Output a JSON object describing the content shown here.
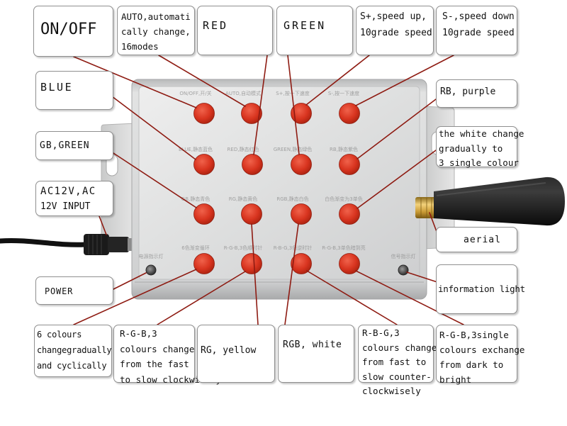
{
  "callouts": {
    "on_off": {
      "lines": [
        "ON/OFF"
      ]
    },
    "auto": {
      "lines": [
        "AUTO,automati",
        "cally change,",
        "16modes"
      ]
    },
    "red": {
      "lines": [
        "RED"
      ]
    },
    "green": {
      "lines": [
        "GREEN"
      ]
    },
    "speed_up": {
      "lines": [
        "S+,speed up,",
        "10grade speed"
      ]
    },
    "speed_down": {
      "lines": [
        "S-,speed down",
        "10grade speed"
      ]
    },
    "blue": {
      "lines": [
        "BLUE"
      ]
    },
    "gb_green": {
      "lines": [
        "GB,GREEN"
      ]
    },
    "ac_input": {
      "lines": [
        "AC12V,AC",
        "12V INPUT"
      ]
    },
    "power": {
      "lines": [
        "POWER"
      ]
    },
    "rb_purple": {
      "lines": [
        "RB, purple"
      ]
    },
    "white_change": {
      "lines": [
        "the white change",
        "gradually to",
        "3 single colour"
      ]
    },
    "aerial": {
      "lines": [
        "aerial"
      ]
    },
    "information_light": {
      "lines": [
        "information light"
      ]
    },
    "six_colours": {
      "lines": [
        "6 colours",
        "changegradually",
        "and cyclically"
      ]
    },
    "rgb_clockwise": {
      "lines": [
        "R-G-B,3",
        "colours change",
        "from the fast",
        "to slow clockwisely"
      ]
    },
    "rg_yellow": {
      "lines": [
        "RG, yellow"
      ]
    },
    "rgb_white": {
      "lines": [
        "RGB, white"
      ]
    },
    "rbg_counter_clockwise": {
      "lines": [
        "R-B-G,3",
        "colours change",
        "from fast to",
        "slow counter-",
        "clockwisely"
      ]
    },
    "rgb_dark_to_bright": {
      "lines": [
        "R-G-B,3single",
        "colours exchange",
        "from dark to",
        "bright"
      ]
    }
  },
  "device_legends": {
    "row1": [
      "ON/OFF,开/关",
      "AUTO,自动模式",
      "S+,按一下速度",
      "S-,按一下速度"
    ],
    "row2": [
      "BLUE,静态蓝色",
      "RED,静态红色",
      "GREEN,静态绿色",
      "RB,静态紫色"
    ],
    "row3": [
      "GB,静态青色",
      "RG,静态黄色",
      "RGB,静态白色",
      "白色渐变为3单色"
    ],
    "row4": [
      "6色渐变循环",
      "R-G-B,3色顺时针",
      "R-B-G,3色逆时针",
      "R-G-B,3单色暗到亮"
    ],
    "power_led": "电源指示灯",
    "signal_led": "信号指示灯"
  },
  "colors": {
    "callout_line": "#8e1b12",
    "button_red": "#d8341f",
    "box_border": "#8f8f8f",
    "antenna_connector": "#d9b04f",
    "antenna": "#111111"
  }
}
